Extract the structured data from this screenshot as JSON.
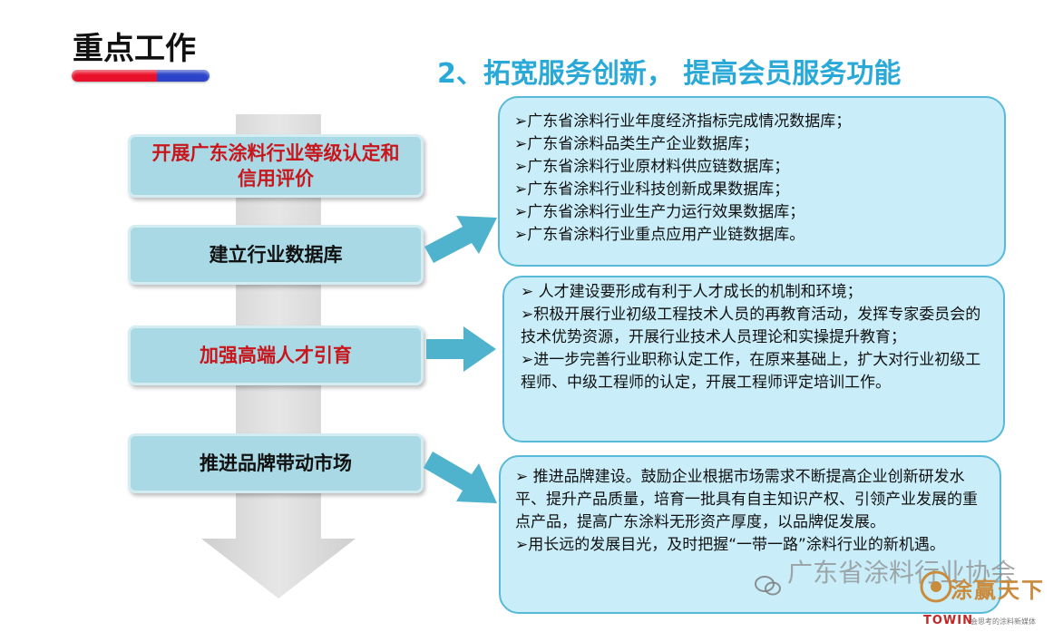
{
  "header": {
    "title": "重点工作",
    "subtitle": "2、拓宽服务创新， 提高会员服务功能"
  },
  "left_items": [
    {
      "label": "开展广东涂料行业等级认定和信用评价",
      "color": "#c9161c"
    },
    {
      "label": "建立行业数据库",
      "color": "#111111"
    },
    {
      "label": "加强高端人才引育",
      "color": "#c9161c"
    },
    {
      "label": "推进品牌带动市场",
      "color": "#111111"
    }
  ],
  "database_box": {
    "lines": [
      "➢广东省涂料行业年度经济指标完成情况数据库；",
      "➢广东省涂料品类生产企业数据库；",
      "➢广东省涂料行业原材料供应链数据库；",
      "➢广东省涂料行业科技创新成果数据库；",
      "➢广东省涂料行业生产力运行效果数据库；",
      "➢广东省涂料行业重点应用产业链数据库。"
    ]
  },
  "talent_box": {
    "paragraphs": [
      "➢  人才建设要形成有利于人才成长的机制和环境；",
      "➢积极开展行业初级工程技术人员的再教育活动，发挥专家委员会的技术优势资源，开展行业技术人员理论和实操提升教育；",
      "➢进一步完善行业职称认定工作，在原来基础上，扩大对行业初级工程师、中级工程师的认定，开展工程师评定培训工作。"
    ]
  },
  "brand_box": {
    "paragraphs": [
      "➢  推进品牌建设。鼓励企业根据市场需求不断提高企业创新研发水平、提升产品质量，培育一批具有自主知识产权、引领产业发展的重点产品，提高广东涂料无形资产厚度，以品牌促发展。",
      "➢用长远的发展目光，及时把握“一带一路”涂料行业的新机遇。"
    ]
  },
  "watermark": {
    "text": "广东省涂料行业协会",
    "logo_text": "涂赢天下",
    "logo_name": "TOWIN",
    "logo_sub": "会思考的涂料新媒体"
  },
  "colors": {
    "subtitle": "#29a9d8",
    "left_box_fill": "#a8d9e5",
    "right_box_fill": "#c9eefa",
    "right_box_border": "#58b9d8",
    "arrow": "#4fb3ce",
    "big_arrow": "#d9d9d9"
  }
}
